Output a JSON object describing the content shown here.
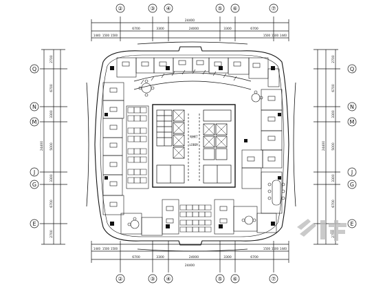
{
  "title": "",
  "grid_bubbles": {
    "top": [
      "②",
      "③",
      "④",
      "⑤",
      "⑥",
      "⑦"
    ],
    "bottom": [
      "②",
      "③",
      "④",
      "⑤",
      "⑥",
      "⑦"
    ],
    "left": [
      "Q",
      "N",
      "M",
      "J",
      "G",
      "E"
    ],
    "right": [
      "Q",
      "N",
      "M",
      "J",
      "G",
      "E"
    ]
  },
  "dims": {
    "top_total": "24400",
    "top_row1": [
      "6700",
      "3300",
      "24000",
      "3300",
      "6700"
    ],
    "top_row2": [
      "1440",
      "1500",
      "1500",
      "1500",
      "1500",
      "1440"
    ],
    "bottom_total": "24400",
    "bottom_row1": [
      "6700",
      "3300",
      "24000",
      "3300",
      "6700"
    ],
    "bottom_row2": [
      "1440",
      "1500",
      "1500",
      "1500",
      "1500",
      "1440"
    ],
    "left_total": "24400",
    "left_row1": [
      "2700",
      "6700",
      "3300",
      "5000",
      "3300",
      "6700",
      "2700"
    ],
    "right_total": "24400",
    "right_row1": [
      "2700",
      "6700",
      "3300",
      "5000",
      "3300",
      "6700",
      "2700"
    ]
  },
  "core_labels": [
    "电梯厅",
    "LOBBY"
  ],
  "watermark": "zhulong"
}
